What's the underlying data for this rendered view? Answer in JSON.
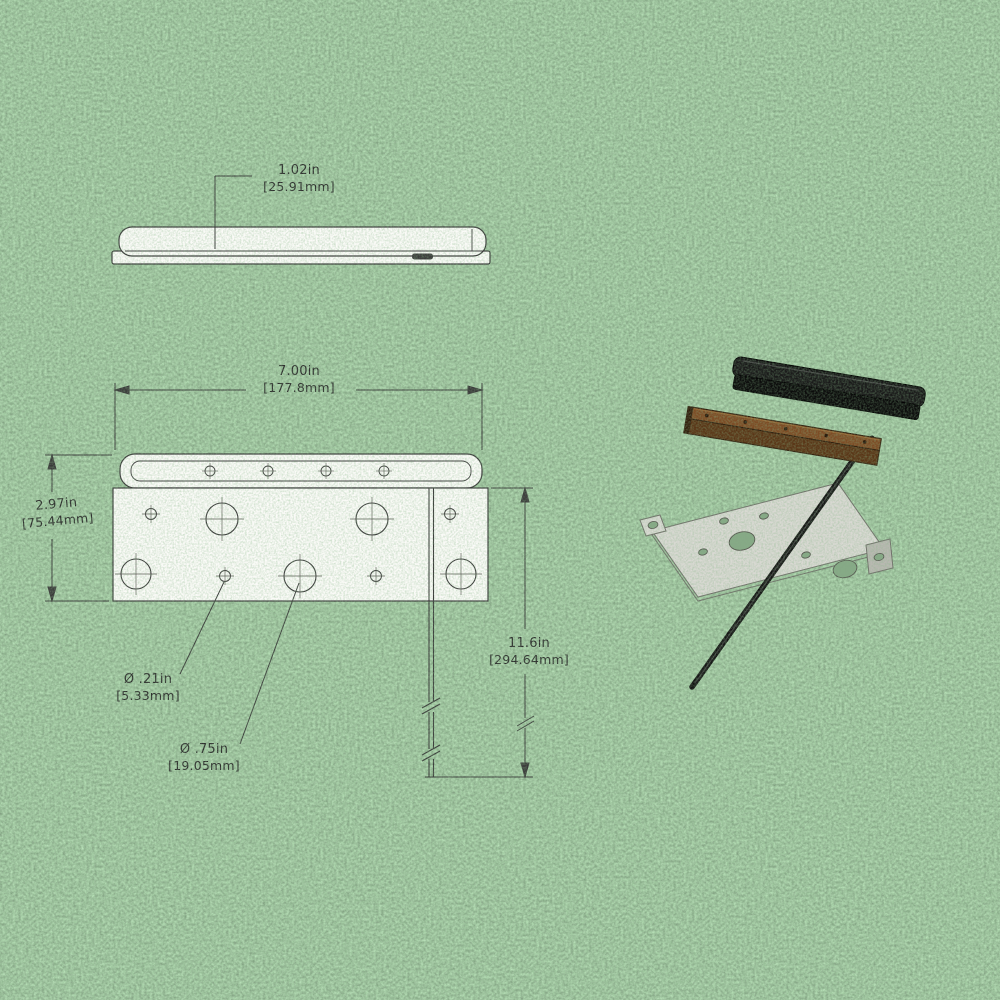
{
  "palette": {
    "background_green": "#678f67",
    "line": "#3b3b3b",
    "part_fill": "#fbfbf8",
    "cover_black": "#1a1a1a",
    "fixture_brown": "#7d4c25",
    "plate_gray": "#d9d9d3",
    "stake_dark": "#141414"
  },
  "dimensions": {
    "thickness": {
      "inches": "1.02in",
      "metric": "[25.91mm]"
    },
    "width": {
      "inches": "7.00in",
      "metric": "[177.8mm]"
    },
    "plate_height": {
      "inches": "2.97in",
      "metric": "[75.44mm]"
    },
    "overall_height": {
      "inches": "11.6in",
      "metric": "[294.64mm]"
    },
    "small_hole_dia": {
      "inches": "Ø .21in",
      "metric": "[5.33mm]"
    },
    "large_hole_dia": {
      "inches": "Ø .75in",
      "metric": "[19.05mm]"
    }
  }
}
